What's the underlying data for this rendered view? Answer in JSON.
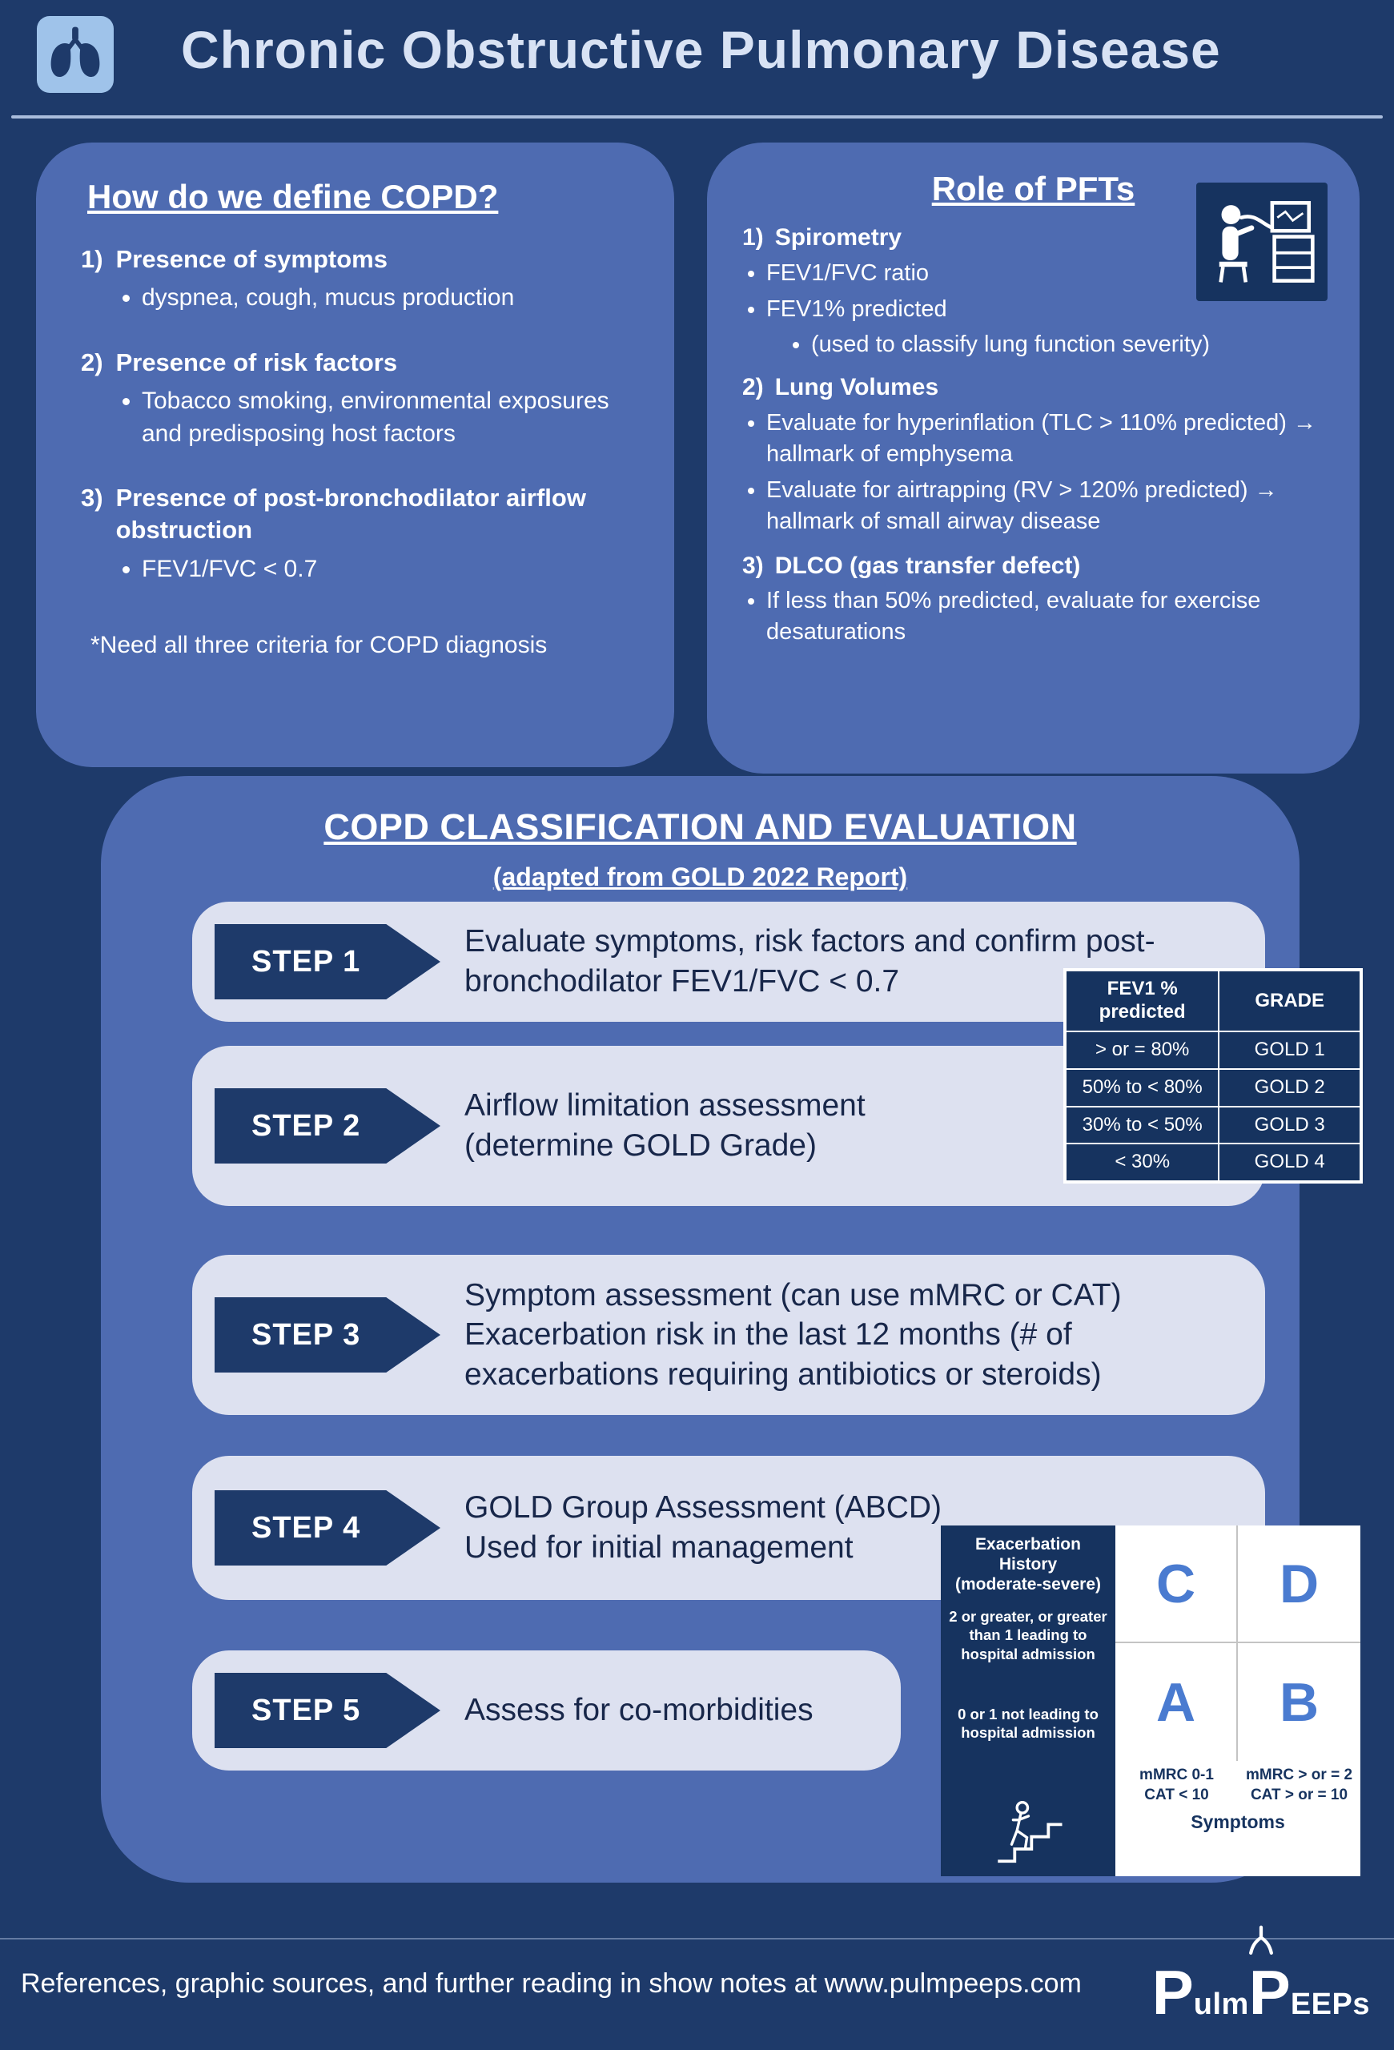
{
  "header": {
    "title": "Chronic Obstructive Pulmonary Disease"
  },
  "icons": {
    "header_badge": "lungs-icon",
    "pft_panel": "spirometry-machine-icon",
    "abcd_chart": "person-climbing-stairs-icon",
    "logo": "logo-lungs-icon"
  },
  "colors": {
    "background": "#1e3a6a",
    "panel_blue": "#4e6bb1",
    "step_bar": "#dde1f0",
    "dark_navy": "#16335f",
    "quadrant_letter_blue": "#4a7bd0",
    "icon_badge_blue": "#9fc3ea",
    "title_text": "#d8e2f4"
  },
  "define_panel": {
    "title": "How do we define COPD?",
    "items": [
      {
        "num": "1)",
        "heading": "Presence of symptoms",
        "bullets": [
          "dyspnea, cough, mucus production"
        ]
      },
      {
        "num": "2)",
        "heading": "Presence of risk factors",
        "bullets": [
          "Tobacco smoking, environmental exposures and predisposing host factors"
        ]
      },
      {
        "num": "3)",
        "heading": "Presence of post-bronchodilator airflow obstruction",
        "bullets": [
          "FEV1/FVC < 0.7"
        ]
      }
    ],
    "footnote": "*Need all three criteria for COPD diagnosis"
  },
  "pft_panel": {
    "title": "Role of PFTs",
    "sections": [
      {
        "num": "1)",
        "heading": "Spirometry",
        "bullets": [
          "FEV1/FVC ratio",
          "FEV1% predicted"
        ],
        "sub_bullet": "(used to classify lung function severity)"
      },
      {
        "num": "2)",
        "heading": "Lung Volumes",
        "bullets": [
          "Evaluate for hyperinflation (TLC > 110% predicted) → hallmark of emphysema",
          "Evaluate for airtrapping (RV > 120% predicted) → hallmark of small airway disease"
        ]
      },
      {
        "num": "3)",
        "heading": "DLCO (gas transfer defect)",
        "bullets": [
          "If less than 50% predicted, evaluate for exercise desaturations"
        ]
      }
    ]
  },
  "classification": {
    "title": "COPD CLASSIFICATION AND EVALUATION",
    "subtitle": "(adapted from GOLD 2022 Report)",
    "steps": [
      {
        "label": "STEP 1",
        "text": "Evaluate symptoms, risk factors and confirm post-bronchodilator FEV1/FVC < 0.7"
      },
      {
        "label": "STEP 2",
        "text": "Airflow limitation assessment (determine GOLD Grade)"
      },
      {
        "label": "STEP 3",
        "text": "Symptom assessment (can use mMRC or CAT) Exacerbation risk in the last 12 months (# of exacerbations requiring antibiotics or steroids)"
      },
      {
        "label": "STEP 4",
        "text": "GOLD Group Assessment (ABCD) Used for initial management"
      },
      {
        "label": "STEP 5",
        "text": "Assess for co-morbidities"
      }
    ]
  },
  "gold_table": {
    "headers": [
      "FEV1 % predicted",
      "GRADE"
    ],
    "rows": [
      {
        "range": "> or = 80%",
        "grade": "GOLD 1"
      },
      {
        "range": "50% to < 80%",
        "grade": "GOLD 2"
      },
      {
        "range": "30% to < 50%",
        "grade": "GOLD 3"
      },
      {
        "range": "< 30%",
        "grade": "GOLD 4"
      }
    ]
  },
  "abcd_chart": {
    "y_axis_title_1": "Exacerbation History",
    "y_axis_title_2": "(moderate-severe)",
    "row_high_label": "2 or greater, or greater than 1 leading to hospital admission",
    "row_low_label": "0 or 1 not leading to hospital admission",
    "quadrants": {
      "top_left": "C",
      "top_right": "D",
      "bottom_left": "A",
      "bottom_right": "B"
    },
    "col_low_label_1": "mMRC 0-1",
    "col_low_label_2": "CAT < 10",
    "col_high_label_1": "mMRC > or = 2",
    "col_high_label_2": "CAT > or = 10",
    "x_axis_title": "Symptoms"
  },
  "footer": {
    "text": "References, graphic sources, and further reading in show notes at www.pulmpeeps.com",
    "logo": {
      "p1": "P",
      "ulm": "ulm",
      "p2": "P",
      "eeps": "EEPs"
    }
  }
}
